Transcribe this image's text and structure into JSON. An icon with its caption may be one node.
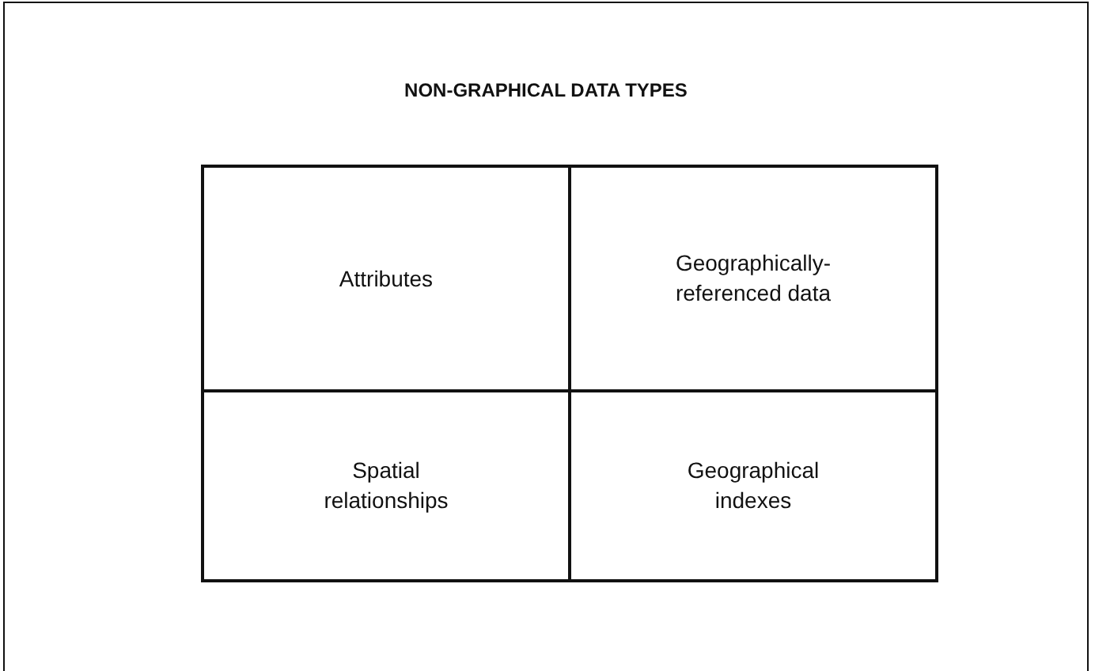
{
  "diagram": {
    "nodes": [
      {
        "text": [
          "NON-GRAPHICAL DATA TYPES"
        ]
      },
      {
        "text": [
          "Attributes"
        ],
        "in": 0
      },
      {
        "text": [
          "Geographically-referenced data"
        ],
        "in": 0
      },
      {
        "text": [
          "Spatial relationships"
        ],
        "in": 0
      },
      {
        "text": [
          "Geographical indexes"
        ],
        "in": 0
      }
    ]
  }
}
